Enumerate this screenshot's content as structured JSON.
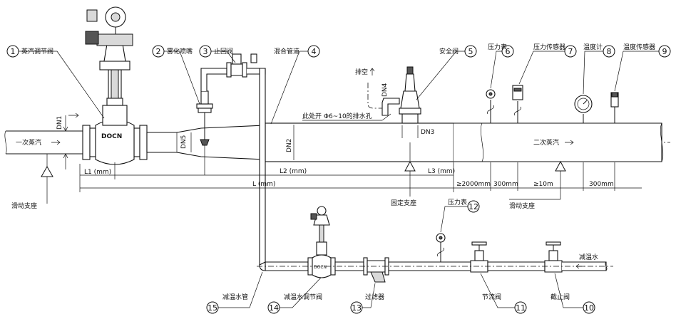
{
  "components": [
    {
      "num": "1",
      "label": "蒸汽调节阀"
    },
    {
      "num": "2",
      "label": "雾化喷嘴"
    },
    {
      "num": "3",
      "label": "止回阀"
    },
    {
      "num": "4",
      "label": "混合管道"
    },
    {
      "num": "5",
      "label": "安全阀"
    },
    {
      "num": "6",
      "label": "压力表"
    },
    {
      "num": "7",
      "label": "压力传感器"
    },
    {
      "num": "8",
      "label": "温度计"
    },
    {
      "num": "9",
      "label": "温度传感器"
    },
    {
      "num": "10",
      "label": "截止阀"
    },
    {
      "num": "11",
      "label": "节流阀"
    },
    {
      "num": "12",
      "label": "压力表"
    },
    {
      "num": "13",
      "label": "过滤器"
    },
    {
      "num": "14",
      "label": "减温水调节阀"
    },
    {
      "num": "15",
      "label": "减温水管"
    }
  ],
  "pipe_labels": {
    "primary_steam": "一次蒸汽",
    "secondary_steam": "二次蒸汽",
    "cooling_water": "减温水",
    "valve_brand": "DOCN",
    "small_valve_brand": "DOCN"
  },
  "dimensions": {
    "dn1": "DN1",
    "dn2": "DN2",
    "dn3": "DN3",
    "dn4": "DN4",
    "dn5": "DN5",
    "l1": "L1 (mm)",
    "l2": "L2 (mm)",
    "l3": "L3 (mm)",
    "l": "L (mm)",
    "d2000": "≥2000mm",
    "d300a": "300mm",
    "d10m": "≥10m",
    "d300b": "300mm"
  },
  "notes": {
    "vent": "排空",
    "drain_hole": "此处开 Φ6~10的排水孔",
    "fixed_support": "固定支座",
    "sliding_support_left": "滑动支座",
    "sliding_support_right": "滑动支座"
  }
}
